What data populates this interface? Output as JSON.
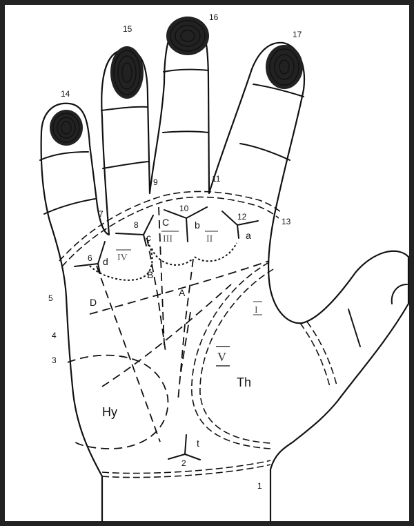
{
  "finger_numbers": [
    "14",
    "15",
    "16",
    "17"
  ],
  "gap_numbers": [
    "7",
    "9",
    "11",
    "13"
  ],
  "edge_numbers": [
    "5",
    "4",
    "3",
    "6",
    "8",
    "10",
    "12",
    "2",
    "1"
  ],
  "triradius_letters": [
    "a",
    "b",
    "c",
    "d",
    "t"
  ],
  "line_letters": [
    "A",
    "B",
    "C",
    "D"
  ],
  "areas": {
    "interdigital_I": "I",
    "interdigital_II": "II",
    "interdigital_III": "III",
    "interdigital_IV": "IV",
    "thenar_V": "V",
    "thenar": "Th",
    "hypothenar": "Hy"
  }
}
